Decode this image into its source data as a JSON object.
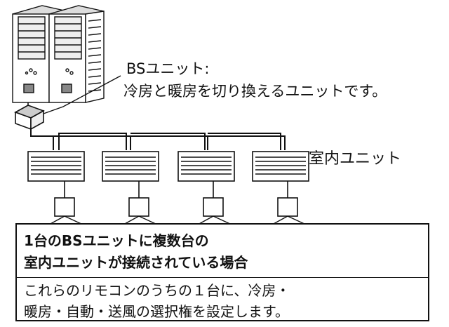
{
  "labels": {
    "bs_unit_title": "BSユニット:",
    "bs_unit_desc": "冷房と暖房を切り換えるユニットです。",
    "indoor_unit": "室内ユニット"
  },
  "note": {
    "heading_lines": [
      "1台のBSユニットに複数台の",
      "室内ユニットが接続されている場合"
    ],
    "body_lines": [
      "これらのリモコンのうちの１台に、冷房・",
      "暖房・自動・送風の選択権を設定します。"
    ]
  },
  "counts": {
    "indoor_units": 4,
    "remote_controllers": 4
  }
}
